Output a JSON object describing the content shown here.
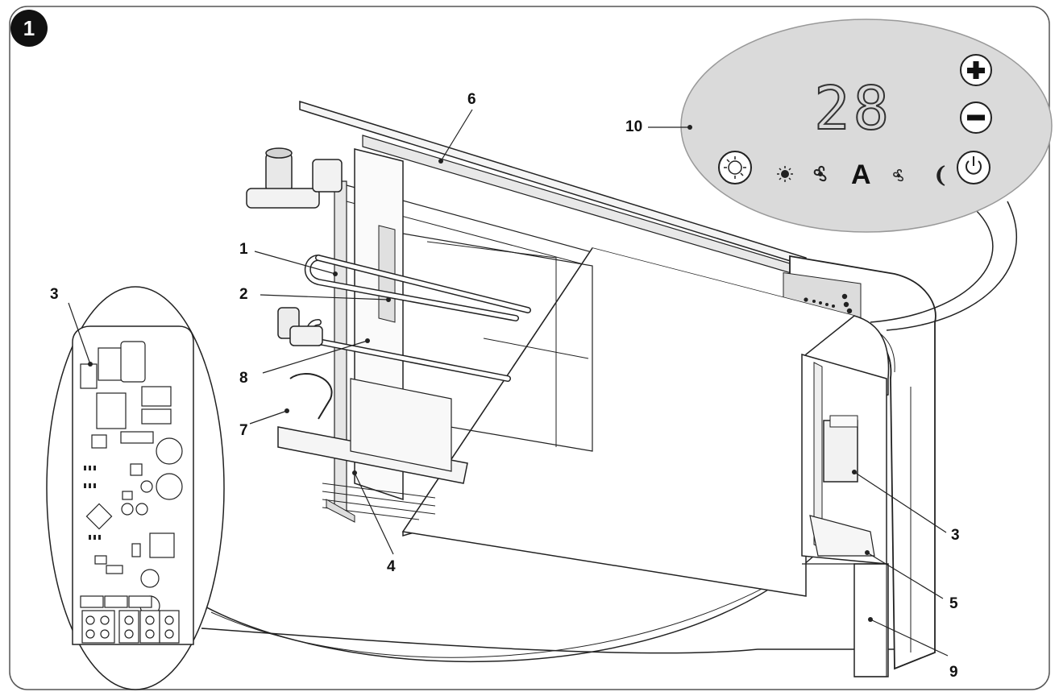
{
  "figure_number": "1",
  "display": {
    "temperature": "28",
    "mode_letter": "A"
  },
  "callouts": {
    "c1": "1",
    "c2": "2",
    "c3_pcb": "3",
    "c3_box": "3",
    "c4": "4",
    "c5": "5",
    "c6": "6",
    "c7": "7",
    "c8": "8",
    "c9": "9",
    "c10": "10"
  },
  "icons": [
    "plus-icon",
    "minus-icon",
    "heat-cool-mode-icon",
    "sun-icon",
    "fan-icon",
    "fan-small-icon",
    "moon-icon",
    "power-icon"
  ]
}
